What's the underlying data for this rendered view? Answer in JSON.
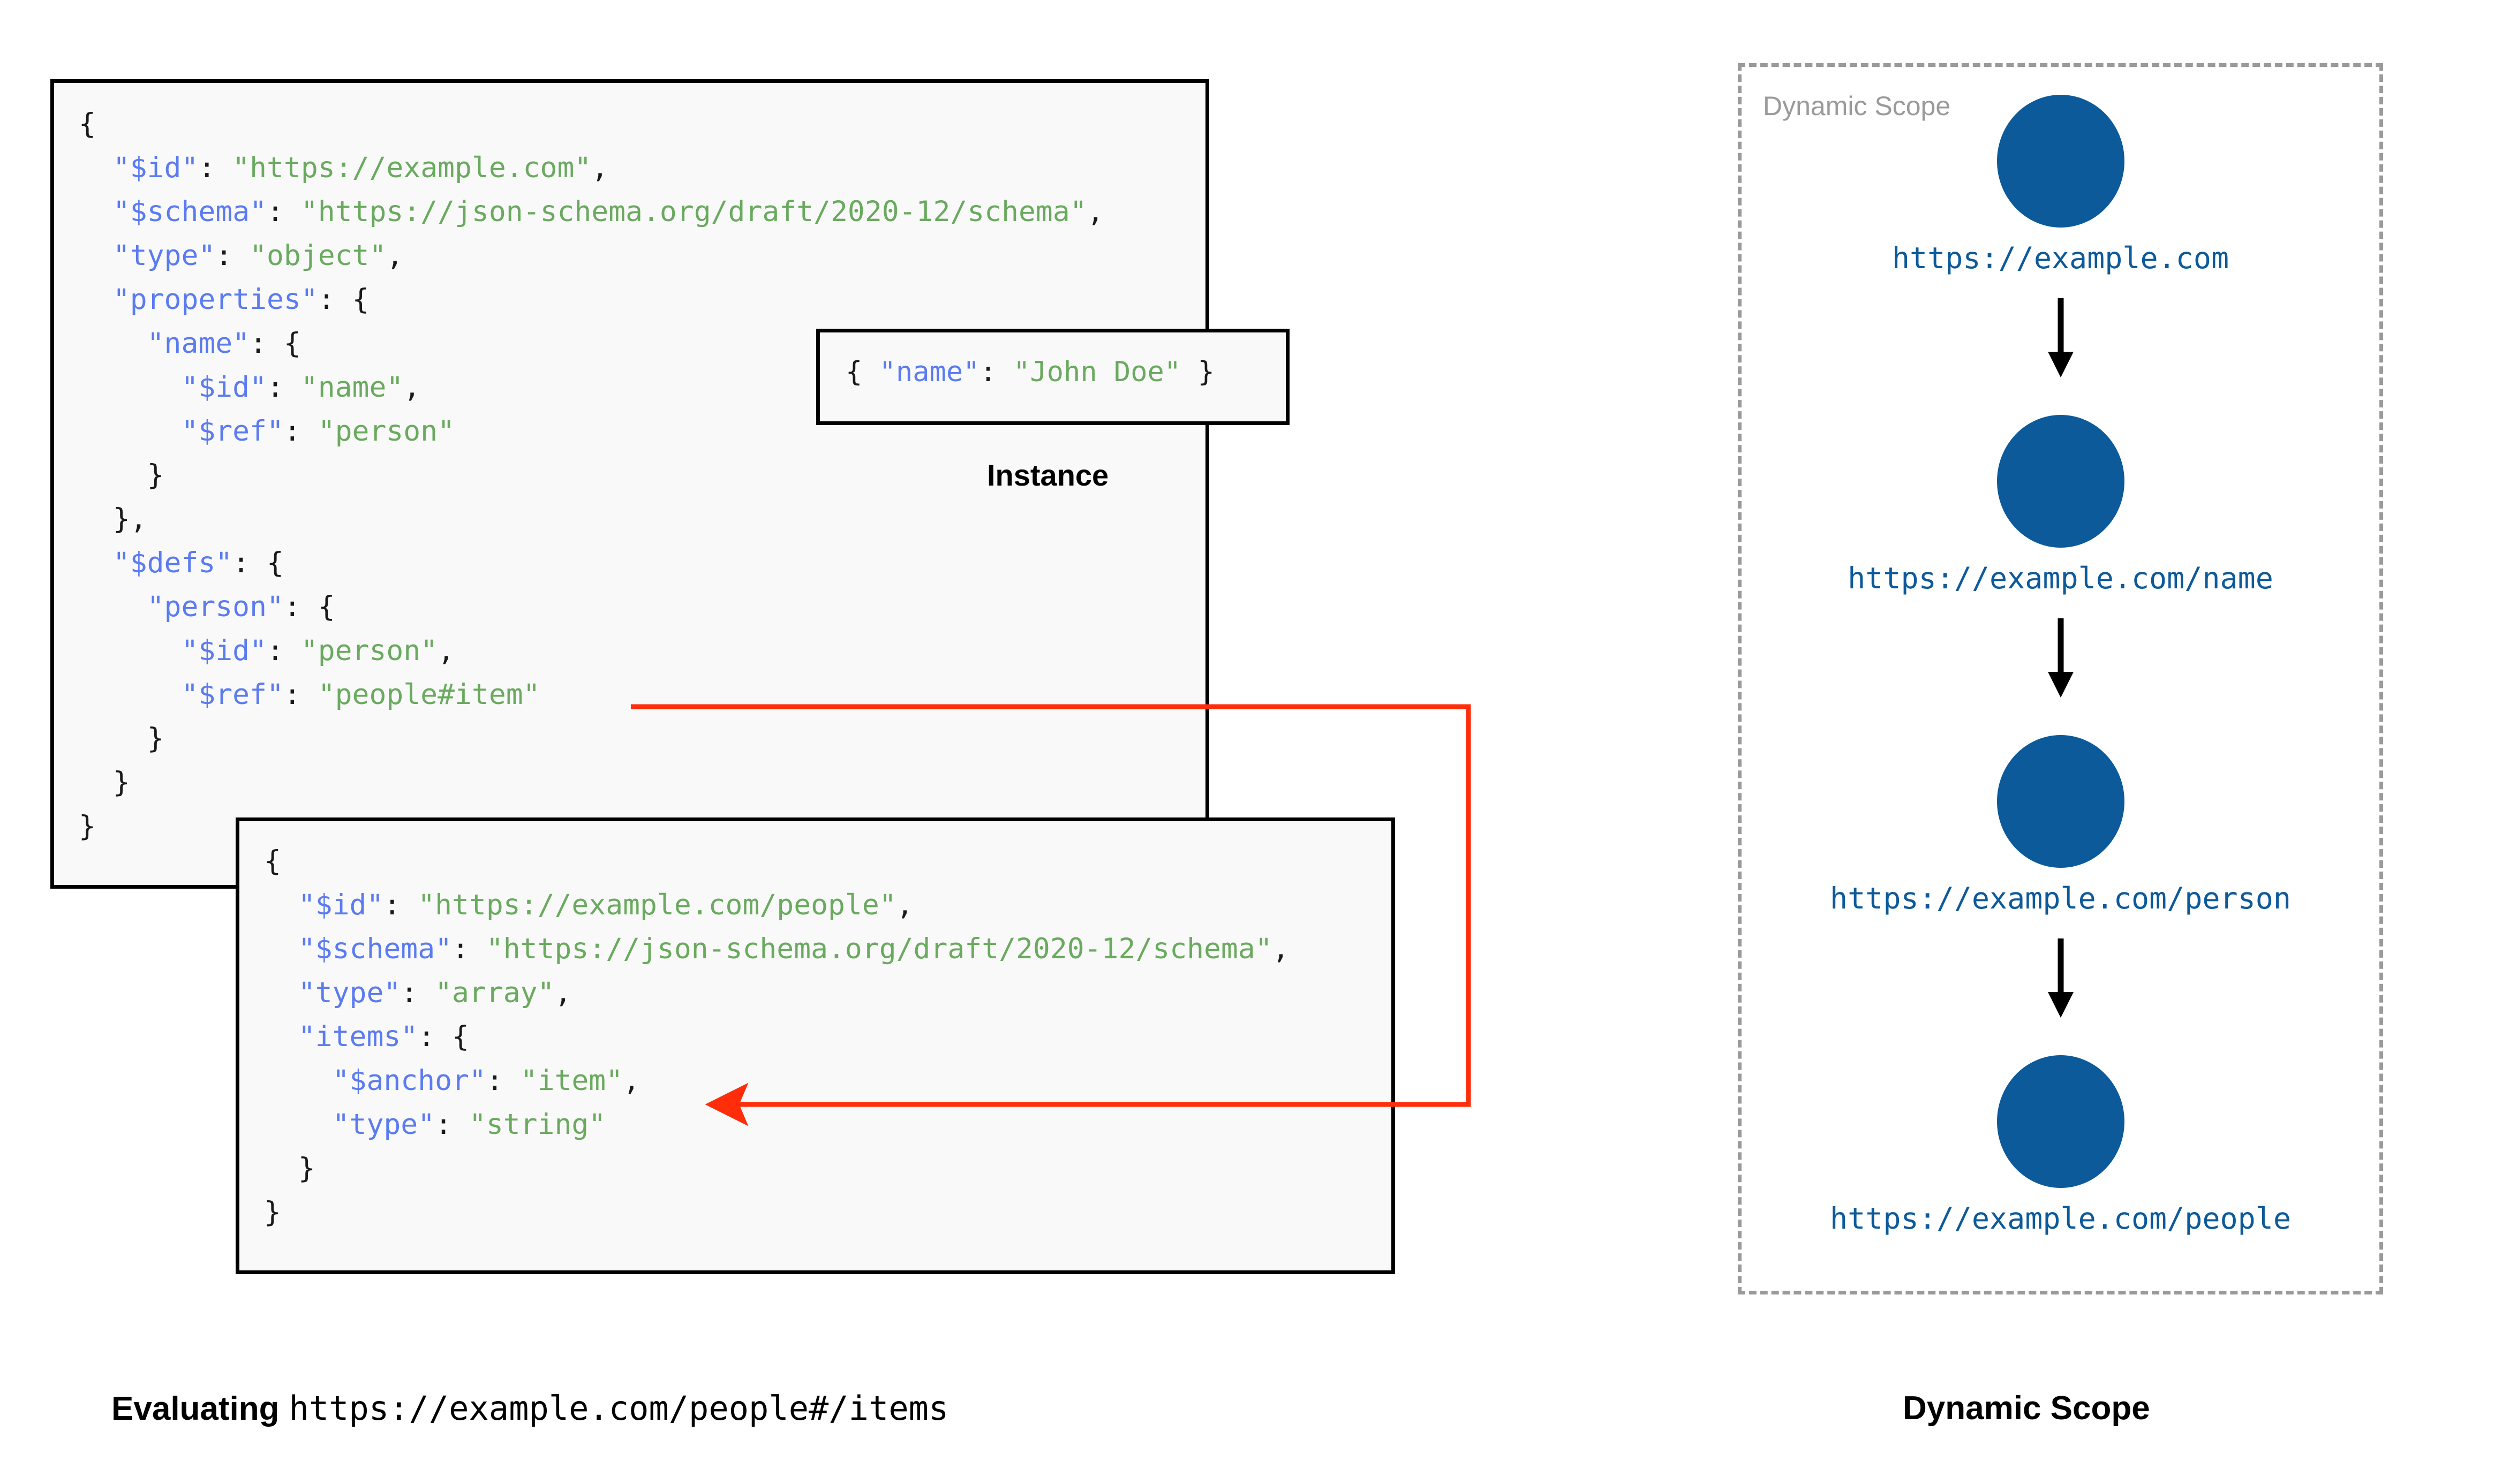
{
  "colors": {
    "key": "#5b7bf0",
    "string": "#6aaa5f",
    "punct": "#1a1a1a",
    "node_blue": "#0D5A9A",
    "arrow_red": "#FF2D0A",
    "scope_border": "#9a9a9a",
    "box_border": "#000000",
    "box_fill": "#f9f9f9",
    "page_bg": "#ffffff"
  },
  "root_schema_box": {
    "name": "root-schema",
    "lines": [
      [
        {
          "t": "{",
          "c": "punct"
        }
      ],
      [
        {
          "t": "  ",
          "c": "punct"
        },
        {
          "t": "\"$id\"",
          "c": "key"
        },
        {
          "t": ": ",
          "c": "punct"
        },
        {
          "t": "\"https://example.com\"",
          "c": "str"
        },
        {
          "t": ",",
          "c": "punct"
        }
      ],
      [
        {
          "t": "  ",
          "c": "punct"
        },
        {
          "t": "\"$schema\"",
          "c": "key"
        },
        {
          "t": ": ",
          "c": "punct"
        },
        {
          "t": "\"https://json-schema.org/draft/2020-12/schema\"",
          "c": "str"
        },
        {
          "t": ",",
          "c": "punct"
        }
      ],
      [
        {
          "t": "  ",
          "c": "punct"
        },
        {
          "t": "\"type\"",
          "c": "key"
        },
        {
          "t": ": ",
          "c": "punct"
        },
        {
          "t": "\"object\"",
          "c": "str"
        },
        {
          "t": ",",
          "c": "punct"
        }
      ],
      [
        {
          "t": "  ",
          "c": "punct"
        },
        {
          "t": "\"properties\"",
          "c": "key"
        },
        {
          "t": ": {",
          "c": "punct"
        }
      ],
      [
        {
          "t": "    ",
          "c": "punct"
        },
        {
          "t": "\"name\"",
          "c": "key"
        },
        {
          "t": ": {",
          "c": "punct"
        }
      ],
      [
        {
          "t": "      ",
          "c": "punct"
        },
        {
          "t": "\"$id\"",
          "c": "key"
        },
        {
          "t": ": ",
          "c": "punct"
        },
        {
          "t": "\"name\"",
          "c": "str"
        },
        {
          "t": ",",
          "c": "punct"
        }
      ],
      [
        {
          "t": "      ",
          "c": "punct"
        },
        {
          "t": "\"$ref\"",
          "c": "key"
        },
        {
          "t": ": ",
          "c": "punct"
        },
        {
          "t": "\"person\"",
          "c": "str"
        }
      ],
      [
        {
          "t": "    }",
          "c": "punct"
        }
      ],
      [
        {
          "t": "  },",
          "c": "punct"
        }
      ],
      [
        {
          "t": "  ",
          "c": "punct"
        },
        {
          "t": "\"$defs\"",
          "c": "key"
        },
        {
          "t": ": {",
          "c": "punct"
        }
      ],
      [
        {
          "t": "    ",
          "c": "punct"
        },
        {
          "t": "\"person\"",
          "c": "key"
        },
        {
          "t": ": {",
          "c": "punct"
        }
      ],
      [
        {
          "t": "      ",
          "c": "punct"
        },
        {
          "t": "\"$id\"",
          "c": "key"
        },
        {
          "t": ": ",
          "c": "punct"
        },
        {
          "t": "\"person\"",
          "c": "str"
        },
        {
          "t": ",",
          "c": "punct"
        }
      ],
      [
        {
          "t": "      ",
          "c": "punct"
        },
        {
          "t": "\"$ref\"",
          "c": "key"
        },
        {
          "t": ": ",
          "c": "punct"
        },
        {
          "t": "\"people#item\"",
          "c": "str"
        }
      ],
      [
        {
          "t": "    }",
          "c": "punct"
        }
      ],
      [
        {
          "t": "  }",
          "c": "punct"
        }
      ],
      [
        {
          "t": "}",
          "c": "punct"
        }
      ]
    ]
  },
  "people_schema_box": {
    "name": "people-schema",
    "lines": [
      [
        {
          "t": "{",
          "c": "punct"
        }
      ],
      [
        {
          "t": "  ",
          "c": "punct"
        },
        {
          "t": "\"$id\"",
          "c": "key"
        },
        {
          "t": ": ",
          "c": "punct"
        },
        {
          "t": "\"https://example.com/people\"",
          "c": "str"
        },
        {
          "t": ",",
          "c": "punct"
        }
      ],
      [
        {
          "t": "  ",
          "c": "punct"
        },
        {
          "t": "\"$schema\"",
          "c": "key"
        },
        {
          "t": ": ",
          "c": "punct"
        },
        {
          "t": "\"https://json-schema.org/draft/2020-12/schema\"",
          "c": "str"
        },
        {
          "t": ",",
          "c": "punct"
        }
      ],
      [
        {
          "t": "  ",
          "c": "punct"
        },
        {
          "t": "\"type\"",
          "c": "key"
        },
        {
          "t": ": ",
          "c": "punct"
        },
        {
          "t": "\"array\"",
          "c": "str"
        },
        {
          "t": ",",
          "c": "punct"
        }
      ],
      [
        {
          "t": "  ",
          "c": "punct"
        },
        {
          "t": "\"items\"",
          "c": "key"
        },
        {
          "t": ": {",
          "c": "punct"
        }
      ],
      [
        {
          "t": "    ",
          "c": "punct"
        },
        {
          "t": "\"$anchor\"",
          "c": "key"
        },
        {
          "t": ": ",
          "c": "punct"
        },
        {
          "t": "\"item\"",
          "c": "str"
        },
        {
          "t": ",",
          "c": "punct"
        }
      ],
      [
        {
          "t": "    ",
          "c": "punct"
        },
        {
          "t": "\"type\"",
          "c": "key"
        },
        {
          "t": ": ",
          "c": "punct"
        },
        {
          "t": "\"string\"",
          "c": "str"
        }
      ],
      [
        {
          "t": "  }",
          "c": "punct"
        }
      ],
      [
        {
          "t": "}",
          "c": "punct"
        }
      ]
    ]
  },
  "instance_box": {
    "name": "instance",
    "caption": "Instance",
    "lines": [
      [
        {
          "t": "{ ",
          "c": "punct"
        },
        {
          "t": "\"name\"",
          "c": "key"
        },
        {
          "t": ": ",
          "c": "punct"
        },
        {
          "t": "\"John Doe\"",
          "c": "str"
        },
        {
          "t": " }",
          "c": "punct"
        }
      ]
    ]
  },
  "reference_arrow": {
    "name": "ref-arrow",
    "from": "\"$ref\": \"people#item\"",
    "to": "\"$anchor\": \"item\"",
    "color": "#FF2D0A"
  },
  "scope_panel": {
    "label": "Dynamic Scope",
    "nodes": [
      {
        "label": "https://example.com"
      },
      {
        "label": "https://example.com/name"
      },
      {
        "label": "https://example.com/person"
      },
      {
        "label": "https://example.com/people"
      }
    ]
  },
  "captions": {
    "left_prefix": "Evaluating",
    "left_uri": "https://example.com/people#/items",
    "right": "Dynamic Scope"
  }
}
